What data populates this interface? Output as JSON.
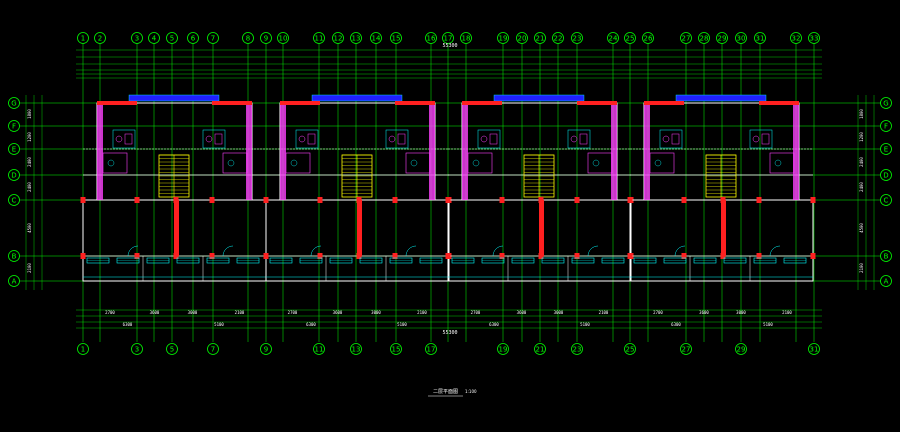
{
  "drawing": {
    "title": "二层平面图",
    "scale": "1:100",
    "total_dimension": "55300",
    "colors": {
      "background": "#000000",
      "grid": "#00ff00",
      "wall": "#ffffff",
      "column": "#ff2020",
      "window": "#00ffff",
      "stair": "#ffff00",
      "furniture": "#ff40ff",
      "balcony": "#2020ff"
    }
  },
  "axes": {
    "top_numbers": [
      "1",
      "2",
      "3",
      "4",
      "5",
      "6",
      "7",
      "8",
      "9",
      "10",
      "11",
      "12",
      "13",
      "14",
      "15",
      "16",
      "17",
      "18",
      "19",
      "20",
      "21",
      "22",
      "23",
      "24",
      "25",
      "26",
      "27",
      "28",
      "29",
      "30",
      "31",
      "32",
      "33"
    ],
    "bottom_numbers": [
      "1",
      "3",
      "5",
      "7",
      "9",
      "11",
      "13",
      "15",
      "17",
      "19",
      "21",
      "23",
      "25",
      "27",
      "29",
      "31"
    ],
    "row_letters": [
      "G",
      "F",
      "E",
      "D",
      "C",
      "B",
      "A"
    ]
  },
  "dimensions": {
    "bottom_row1": [
      "2700",
      "3600",
      "3000",
      "2100",
      "2700",
      "3600",
      "3000",
      "2100",
      "2700",
      "3600",
      "3000",
      "2100",
      "2700",
      "3600",
      "3000",
      "2100"
    ],
    "bottom_row2": [
      "6300",
      "5100",
      "6300",
      "5100",
      "6300",
      "5100",
      "6300",
      "5100"
    ],
    "left_side": [
      "1800",
      "1200",
      "2400",
      "2400",
      "4500",
      "2100"
    ],
    "right_side": [
      "1800",
      "1200",
      "2400",
      "2400",
      "4500",
      "2100"
    ]
  }
}
